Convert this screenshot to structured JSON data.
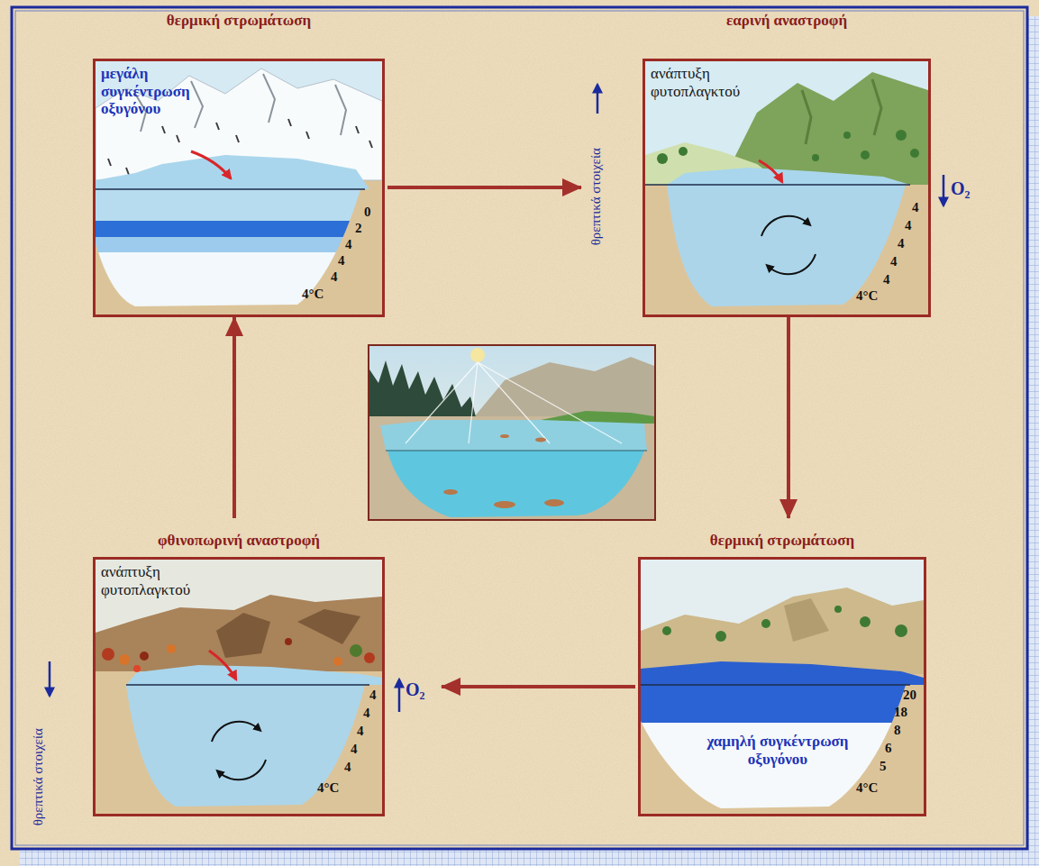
{
  "diagram": {
    "nodes": [
      {
        "text": [
          "θερμική στρωμάτωση",
          "μεγάλη συγκέντρωση οξυγόνου"
        ]
      },
      {
        "text": [
          "εαρινή αναστροφή",
          "ανάπτυξη φυτοπλαγκτού"
        ]
      },
      {
        "text": [
          "φθινοπωρινή αναστροφή",
          "ανάπτυξη φυτοπλαγκτού"
        ]
      },
      {
        "text": [
          "θερμική στρωμάτωση",
          "χαμηλή συγκέντρωση οξυγόνου"
        ]
      }
    ],
    "edges": [
      {
        "from": 0,
        "to": 1,
        "arrow": "to"
      },
      {
        "from": 1,
        "to": 3,
        "arrow": "to"
      },
      {
        "from": 3,
        "to": 2,
        "arrow": "to"
      },
      {
        "from": 2,
        "to": 0,
        "arrow": "to"
      }
    ],
    "labels": [
      "0",
      "2",
      "4",
      "4",
      "4",
      "4°C",
      "θρεπτικά στοιχεία",
      "O₂",
      "4",
      "4",
      "4",
      "4",
      "4",
      "4°C",
      "θρεπτικά στοιχεία",
      "O₂",
      "4",
      "4",
      "4",
      "4",
      "4",
      "4°C",
      "20",
      "18",
      "8",
      "6",
      "5",
      "4°C"
    ]
  }
}
